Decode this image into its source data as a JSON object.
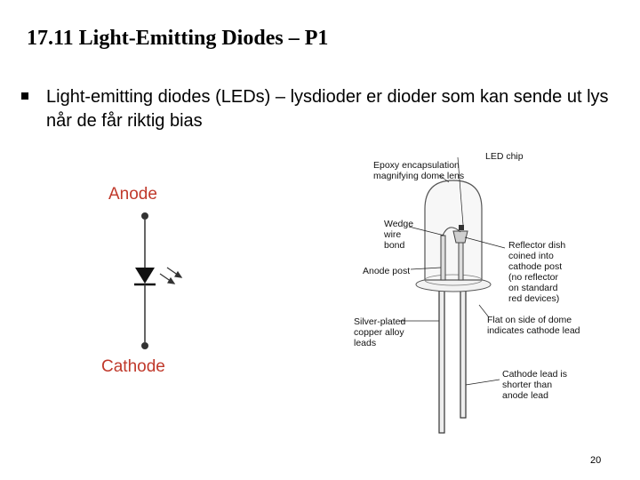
{
  "slide": {
    "title": "17.11 Light-Emitting Diodes – P1",
    "bullet": "Light-emitting diodes (LEDs) – lysdioder er dioder som kan sende ut lys når de får riktig bias",
    "page_number": "20"
  },
  "symbol": {
    "anode_label": "Anode",
    "cathode_label": "Cathode",
    "label_color": "#c0392b"
  },
  "led_figure": {
    "led_chip": "LED chip",
    "epoxy": [
      "Epoxy encapsulation",
      "magnifying dome lens"
    ],
    "wedge": [
      "Wedge",
      "wire",
      "bond"
    ],
    "anode_post": "Anode post",
    "reflector": [
      "Reflector dish",
      "coined into",
      "cathode post",
      "(no reflector",
      "on standard",
      "red devices)"
    ],
    "silver": [
      "Silver-plated",
      "copper alloy",
      "leads"
    ],
    "flat": [
      "Flat on side of dome",
      "indicates cathode lead"
    ],
    "cathode_lead": [
      "Cathode lead is",
      "shorter than",
      "anode lead"
    ]
  }
}
